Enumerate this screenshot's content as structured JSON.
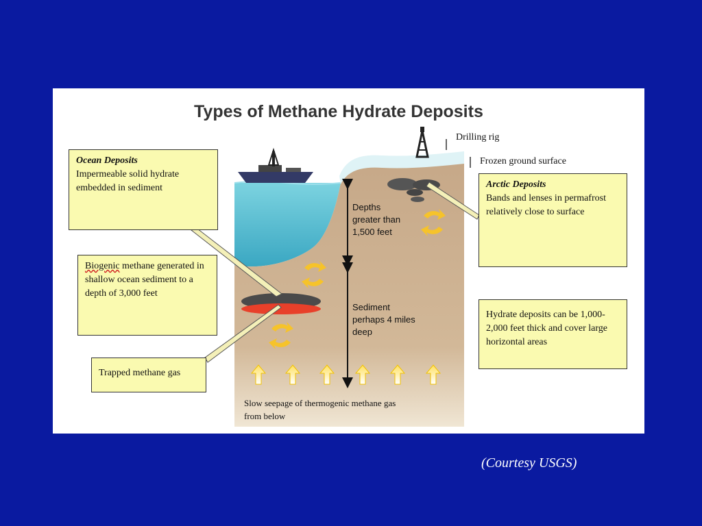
{
  "title": "Types of Methane Hydrate Deposits",
  "labels": {
    "drilling_rig": "Drilling rig",
    "frozen_ground": "Frozen ground surface",
    "depths": [
      "Depths",
      "greater than",
      "1,500 feet"
    ],
    "sediment": [
      "Sediment",
      "perhaps 4 miles",
      "deep"
    ],
    "seepage": [
      "Slow seepage of thermogenic methane gas",
      "from below"
    ]
  },
  "boxes": {
    "ocean": {
      "heading": "Ocean Deposits",
      "body": "Impermeable solid hydrate embedded in sediment"
    },
    "biogenic": {
      "word": "Biogenic",
      "body": " methane generated in shallow ocean sediment to a depth of 3,000 feet"
    },
    "trapped": {
      "body": "Trapped methane gas"
    },
    "arctic": {
      "heading": "Arctic Deposits",
      "body": "Bands and lenses in permafrost relatively close to surface"
    },
    "hydrate": {
      "body": "Hydrate deposits can be 1,000-2,000 feet thick and cover large horizontal areas"
    }
  },
  "courtesy": "(Courtesy USGS)",
  "colors": {
    "background": "#0a1aa0",
    "box_fill": "#fafab0",
    "ocean": "#4fb8cc",
    "sediment": "#c9ab8a",
    "gas": "#e8402a",
    "hydrate": "#555555"
  }
}
